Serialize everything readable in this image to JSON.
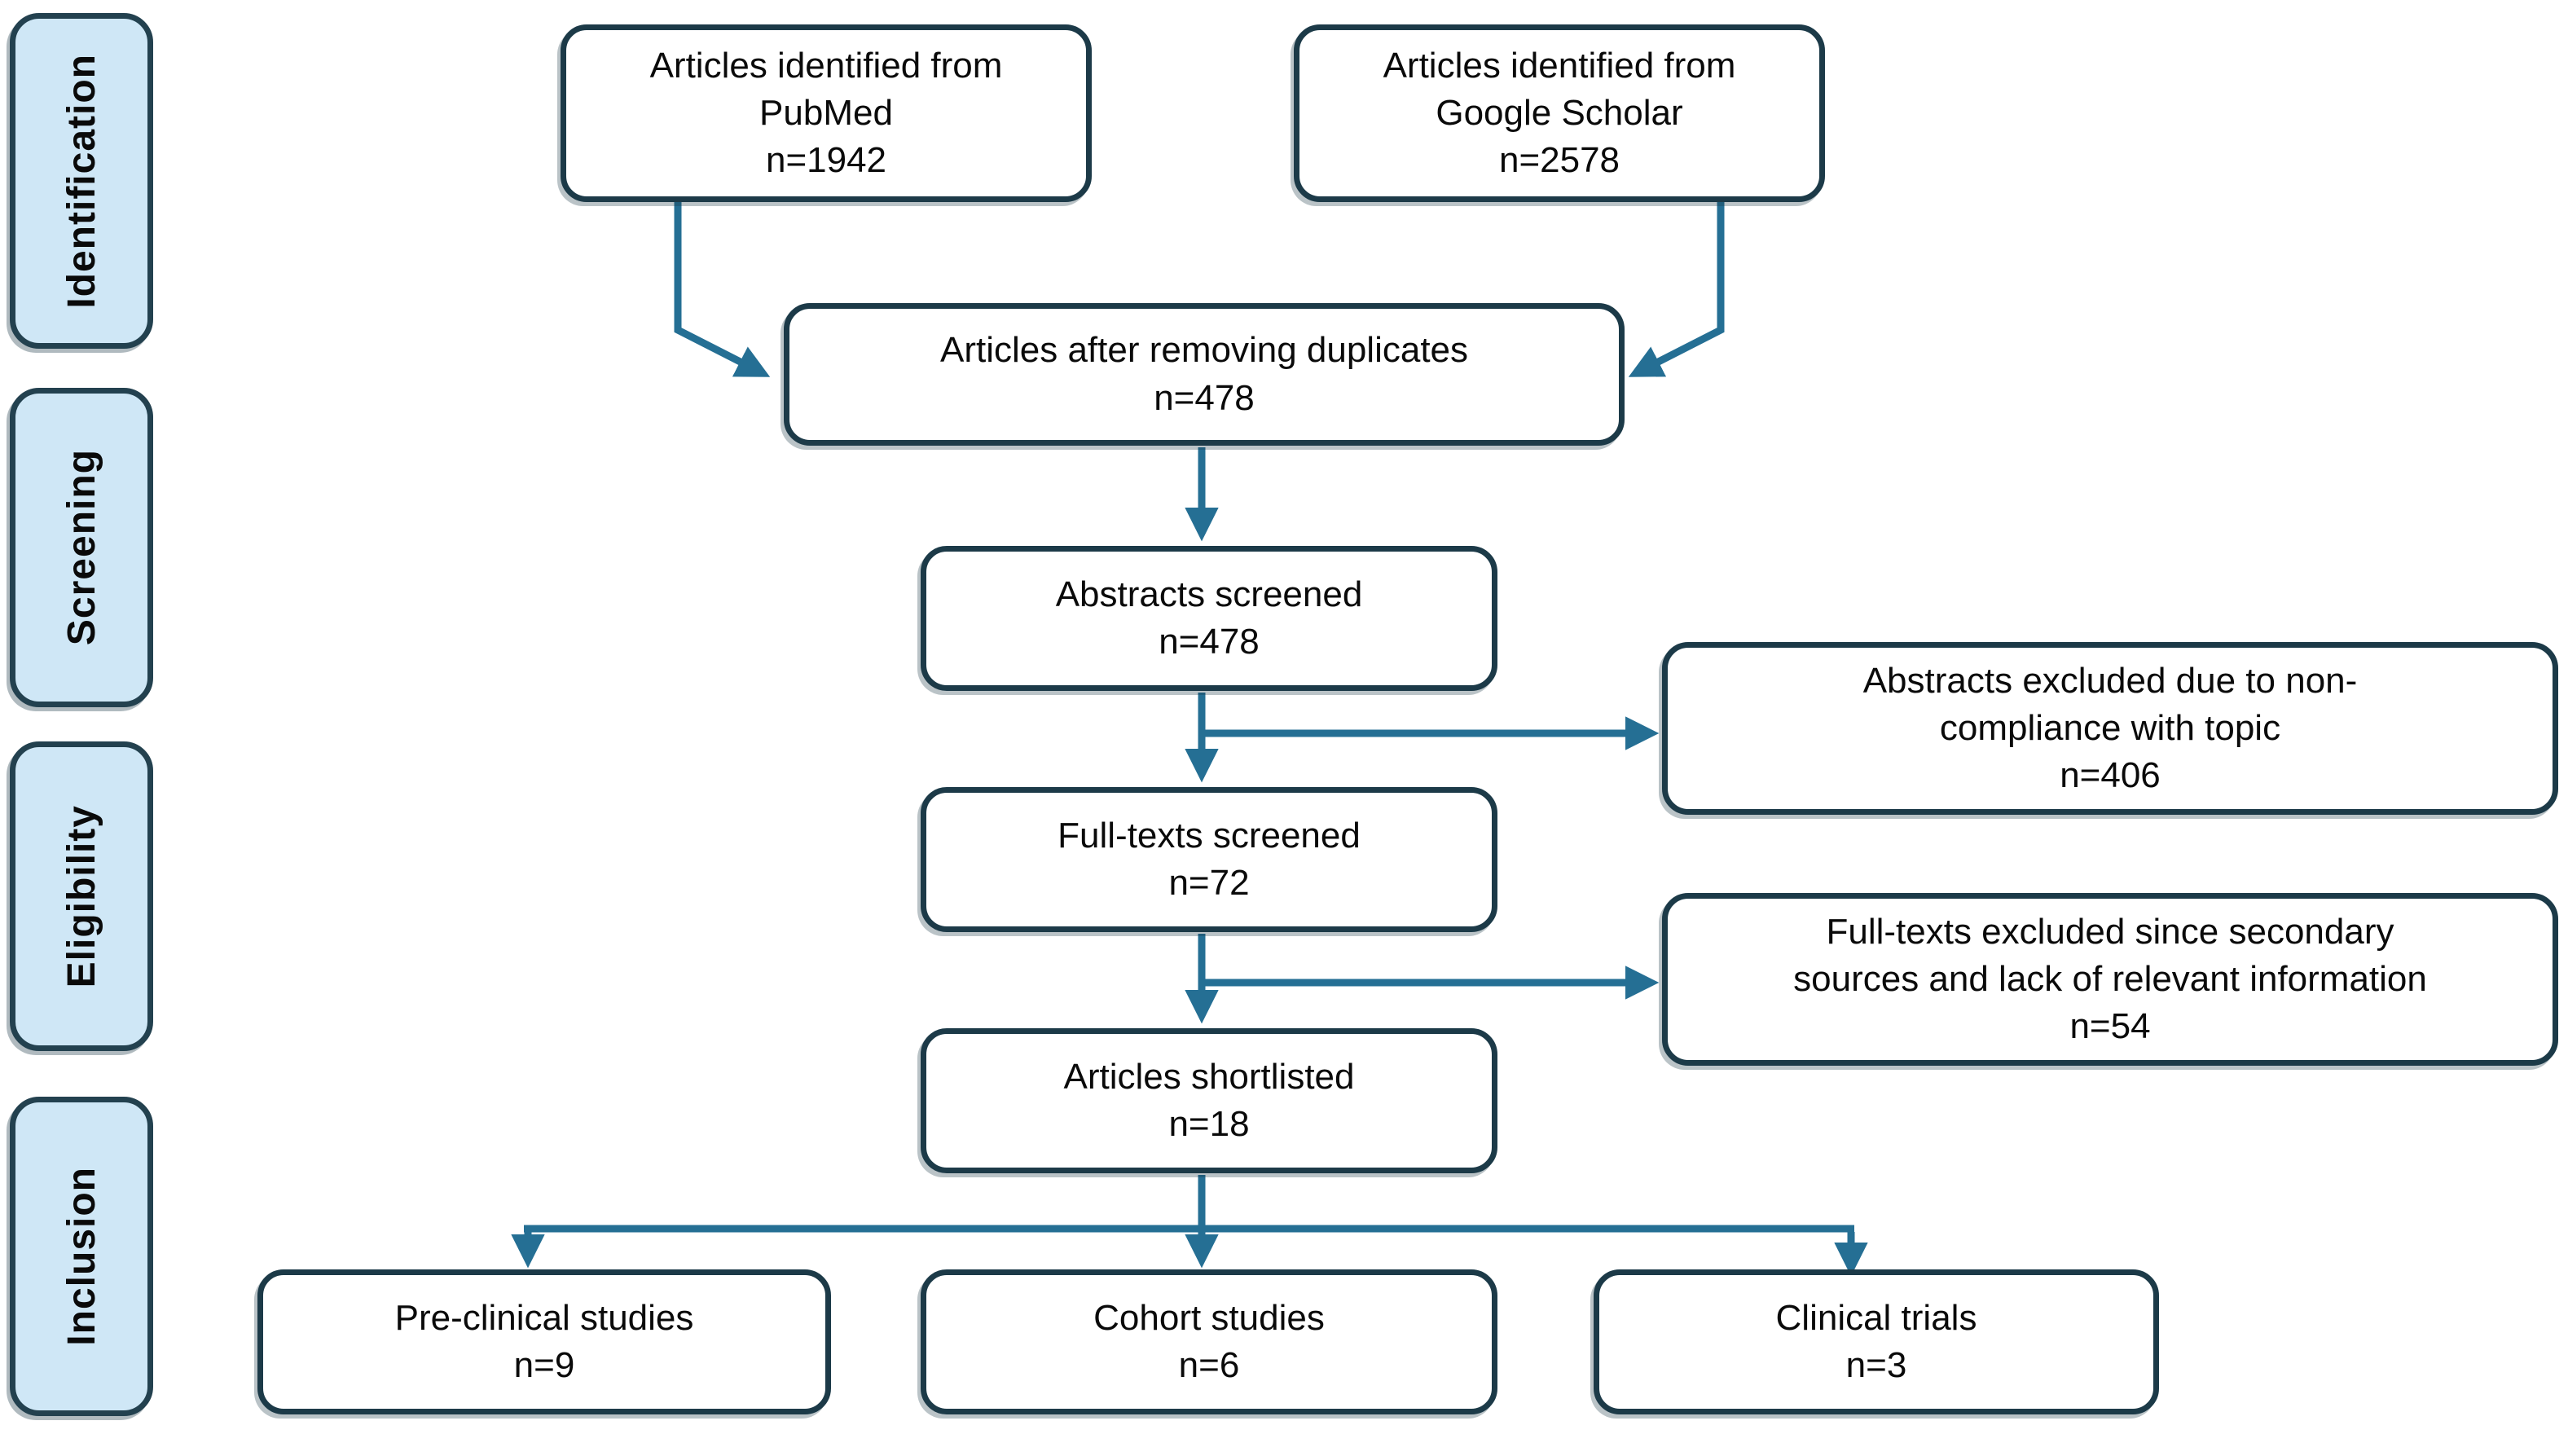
{
  "sidebar": {
    "items": [
      {
        "label": "Identification"
      },
      {
        "label": "Screening"
      },
      {
        "label": "Eligibility"
      },
      {
        "label": "Inclusion"
      }
    ]
  },
  "nodes": {
    "pubmed": {
      "label": "Articles identified from\nPubMed",
      "count": "n=1942"
    },
    "scholar": {
      "label": "Articles identified from\nGoogle Scholar",
      "count": "n=2578"
    },
    "duplicates": {
      "label": "Articles after removing duplicates",
      "count": "n=478"
    },
    "abstracts_screened": {
      "label": "Abstracts screened",
      "count": "n=478"
    },
    "abstracts_excluded": {
      "label": "Abstracts excluded due to non-\ncompliance with topic",
      "count": "n=406"
    },
    "fulltexts_screened": {
      "label": "Full-texts screened",
      "count": "n=72"
    },
    "fulltexts_excluded": {
      "label": "Full-texts excluded since secondary\nsources and lack of relevant information",
      "count": "n=54"
    },
    "shortlisted": {
      "label": "Articles shortlisted",
      "count": "n=18"
    },
    "preclinical": {
      "label": "Pre-clinical studies",
      "count": "n=9"
    },
    "cohort": {
      "label": "Cohort studies",
      "count": "n=6"
    },
    "trials": {
      "label": "Clinical trials",
      "count": "n=3"
    }
  },
  "colors": {
    "background": "#ffffff",
    "stage_fill": "#cfe7f6",
    "stage_border": "#23414f",
    "node_border": "#1c3a48",
    "arrow": "#256f94",
    "text": "#0a0a0a"
  }
}
